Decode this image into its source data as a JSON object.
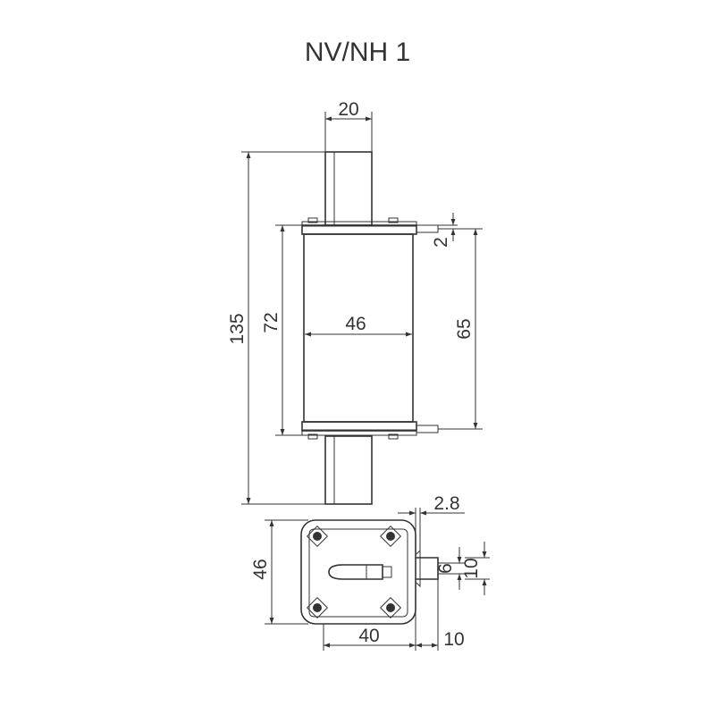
{
  "diagram": {
    "title": "NV/NH 1",
    "dimensions": {
      "blade_width": "20",
      "total_height": "135",
      "body_height": "72",
      "body_width": "46",
      "contact_height": "65",
      "contact_offset": "2",
      "tab_thickness": "2.8",
      "base_height": "46",
      "tab_width": "6",
      "tab_depth": "10",
      "base_width": "40",
      "tab_length": "10"
    },
    "colors": {
      "line": "#333333",
      "body": "#ffffff",
      "band": "#e6e6e6"
    }
  }
}
